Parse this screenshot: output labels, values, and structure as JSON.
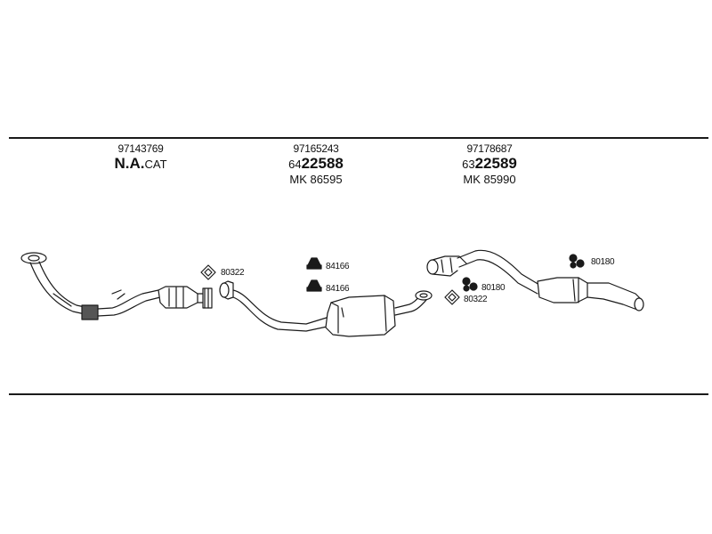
{
  "sections": [
    {
      "part_no": "97143769",
      "code_main": "N.A.",
      "code_suffix": "CAT",
      "mk": ""
    },
    {
      "part_no": "97165243",
      "code_prefix": "64",
      "code_main": "22588",
      "mk": "MK 86595"
    },
    {
      "part_no": "97178687",
      "code_prefix": "63",
      "code_main": "22589",
      "mk": "MK 85990"
    }
  ],
  "labels": {
    "gasket_1": "80322",
    "hanger_1": "84166",
    "hanger_2": "84166",
    "clamp_1": "80180",
    "gasket_2": "80322",
    "clamp_2": "80180"
  }
}
